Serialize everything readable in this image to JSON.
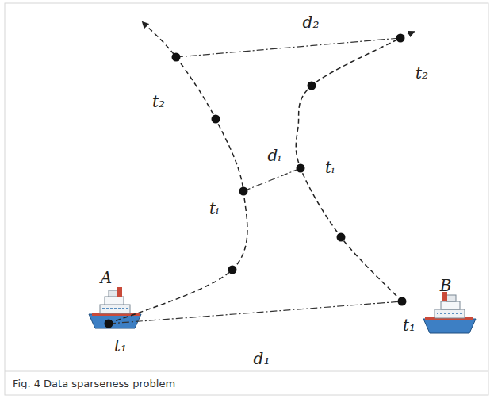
{
  "diagram": {
    "caption": "Fig. 4 Data sparseness problem",
    "labels": [
      "t₂",
      "d₂",
      "t₂",
      "dᵢ",
      "tᵢ",
      "tᵢ",
      "A",
      "B",
      "t₁",
      "d₁",
      "t₁"
    ]
  }
}
